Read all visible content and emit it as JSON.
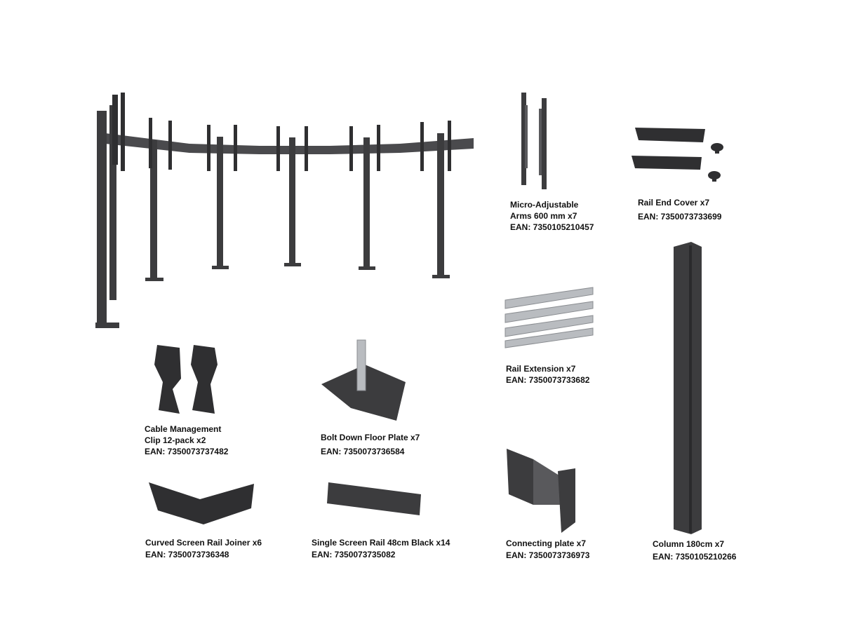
{
  "parts": [
    {
      "id": "micro-arms",
      "lines": [
        "Micro-Adjustable",
        "Arms 600 mm x7"
      ],
      "ean": "EAN: 7350105210457"
    },
    {
      "id": "rail-end-cover",
      "lines": [
        "Rail End Cover x7"
      ],
      "ean": "EAN: 7350073733699"
    },
    {
      "id": "rail-extension",
      "lines": [
        "Rail Extension x7"
      ],
      "ean": "EAN: 7350073733682"
    },
    {
      "id": "cable-clip",
      "lines": [
        "Cable Management",
        "Clip 12-pack x2"
      ],
      "ean": "EAN: 7350073737482"
    },
    {
      "id": "floor-plate",
      "lines": [
        "Bolt Down Floor Plate x7"
      ],
      "ean": "EAN: 7350073736584"
    },
    {
      "id": "curved-joiner",
      "lines": [
        "Curved Screen Rail Joiner x6"
      ],
      "ean": "EAN: 7350073736348"
    },
    {
      "id": "single-rail",
      "lines": [
        "Single Screen Rail 48cm Black x14"
      ],
      "ean": "EAN: 7350073735082"
    },
    {
      "id": "connecting-plate",
      "lines": [
        "Connecting plate x7"
      ],
      "ean": "EAN: 7350073736973"
    },
    {
      "id": "column",
      "lines": [
        "Column 180cm x7"
      ],
      "ean": "EAN: 7350105210266"
    }
  ],
  "colors": {
    "metal_dark": "#3c3c3e",
    "metal_mid": "#59595c",
    "silver": "#b9bcc0"
  }
}
